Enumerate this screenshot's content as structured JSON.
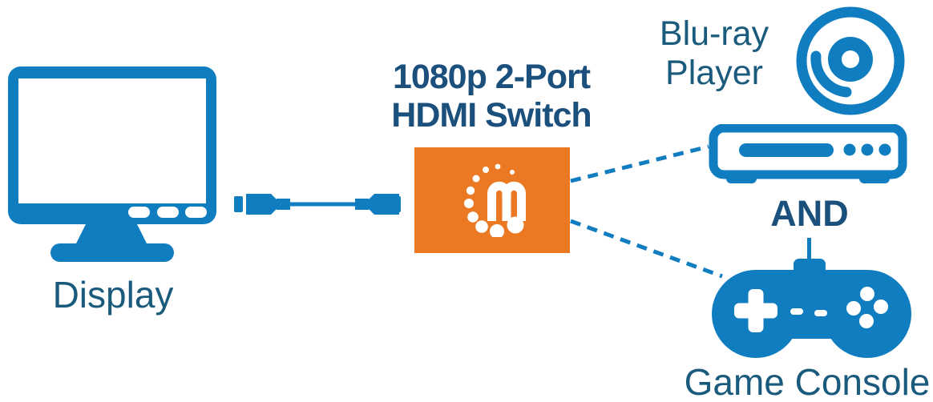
{
  "title": {
    "line1": "1080p 2-Port",
    "line2": "HDMI Switch"
  },
  "labels": {
    "display": "Display",
    "bluray_line1": "Blu-ray",
    "bluray_line2": "Player",
    "conjunction": "AND",
    "game_console": "Game Console"
  },
  "logo": {
    "letter": "m"
  },
  "colors": {
    "blue": "#117DC1",
    "orange": "#EB7923",
    "navy": "#1B4F7C",
    "teal": "#1A5A7C"
  }
}
